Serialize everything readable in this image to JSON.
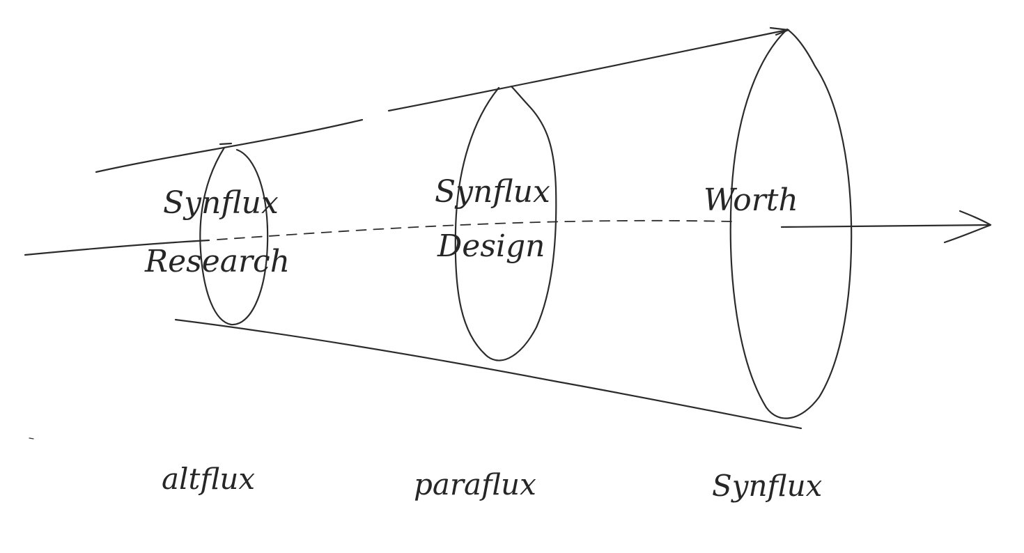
{
  "diagram": {
    "ellipses": [
      {
        "id": "research",
        "line1": "Synflux",
        "line2": "Research"
      },
      {
        "id": "design",
        "line1": "Synflux",
        "line2": "Design"
      },
      {
        "id": "worth",
        "line1": "Worth"
      }
    ],
    "bottom_labels": [
      "altflux",
      "paraflux",
      "Synflux"
    ],
    "ink_color": "#2b2b2b",
    "background_color": "#ffffff"
  }
}
